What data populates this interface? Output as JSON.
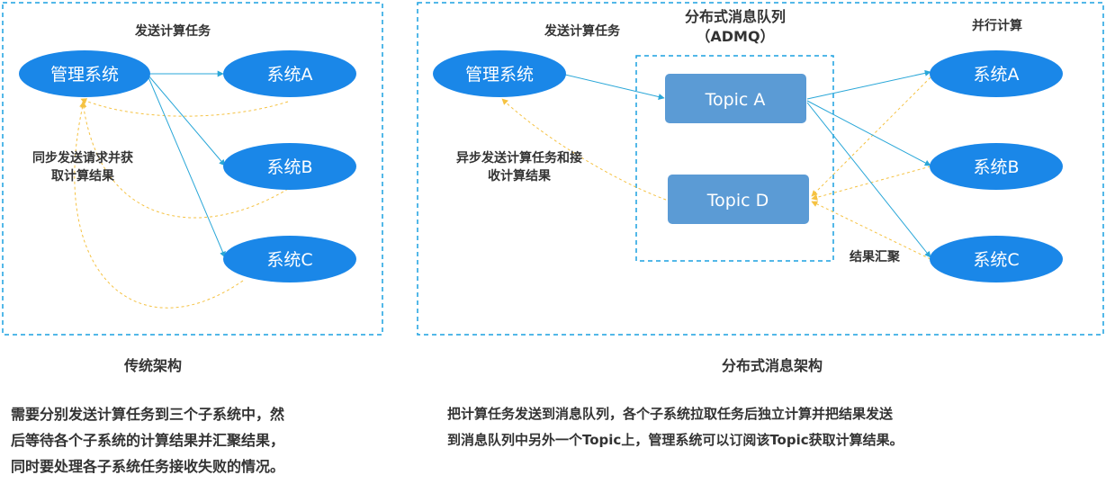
{
  "traditional": {
    "send_label": "发送计算任务",
    "manager": "管理系统",
    "systems": [
      "系统A",
      "系统B",
      "系统C"
    ],
    "sync_label": [
      "同步发送请求并获",
      "取计算结果"
    ],
    "caption": "传统架构",
    "description": [
      "需要分别发送计算任务到三个子系统中，然",
      "后等待各个子系统的计算结果并汇聚结果，",
      "同时要处理各子系统任务接收失败的情况。"
    ]
  },
  "distributed": {
    "queue_title": [
      "分布式消息队列",
      "（ADMQ）"
    ],
    "send_label": "发送计算任务",
    "parallel_label": "并行计算",
    "manager": "管理系统",
    "topics": [
      "Topic A",
      "Topic D"
    ],
    "systems": [
      "系统A",
      "系统B",
      "系统C"
    ],
    "async_label": [
      "异步发送计算任务和接",
      "收计算结果"
    ],
    "aggregate_label": "结果汇聚",
    "caption": "分布式消息架构",
    "description": [
      "把计算任务发送到消息队列，各个子系统拉取任务后独立计算并把结果发送",
      "到消息队列中另外一个Topic上，管理系统可以订阅该Topic获取计算结果。"
    ]
  },
  "colors": {
    "node_blue": "#1a87e8",
    "topic_blue": "#5b9bd5",
    "frame_blue": "#1aa0e0",
    "arrow_blue": "#2aa7d8",
    "result_orange": "#f5c242"
  }
}
